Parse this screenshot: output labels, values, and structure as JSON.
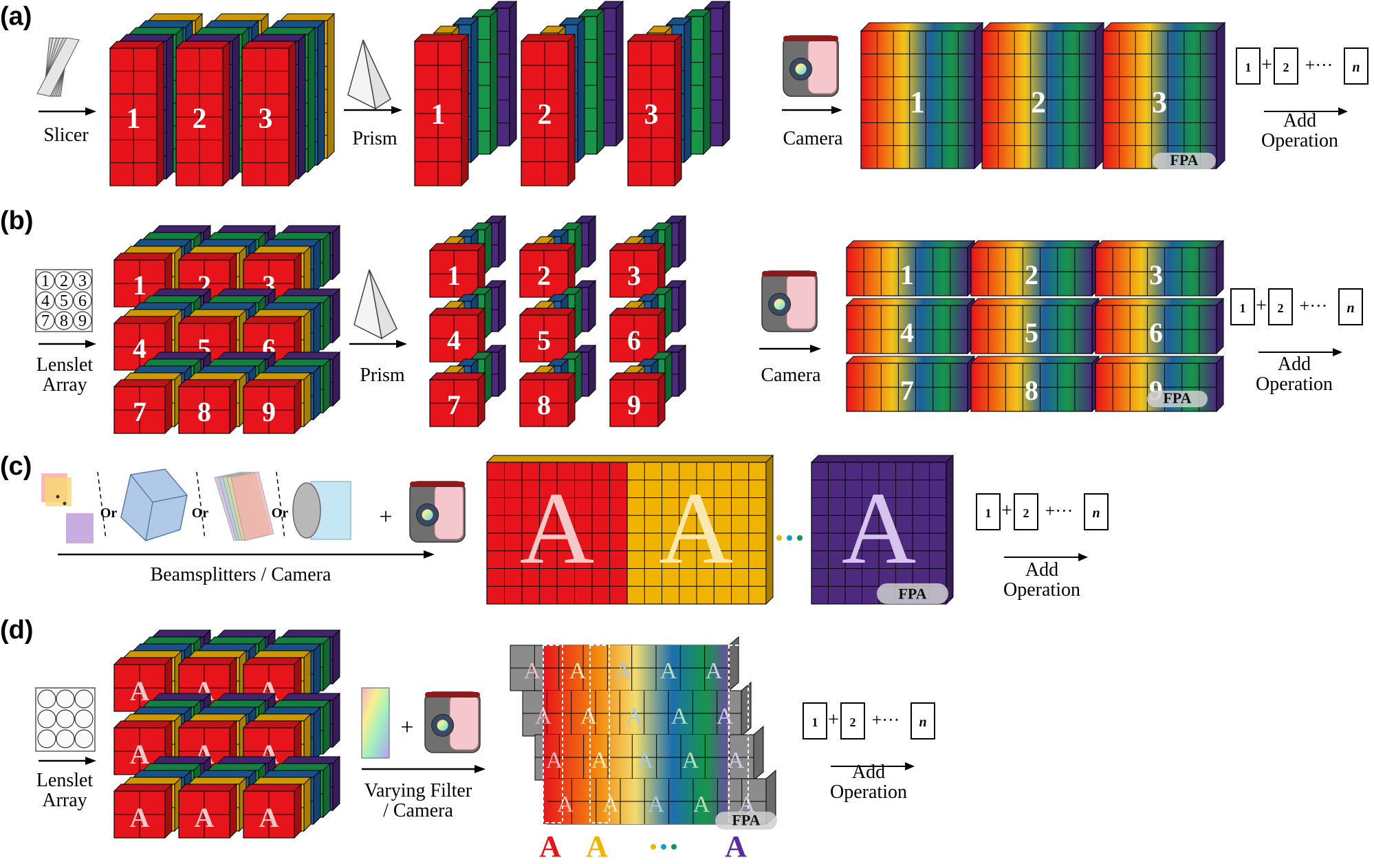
{
  "panels": {
    "a": {
      "label": "(a)",
      "slicer": "Slicer",
      "prism": "Prism",
      "camera": "Camera",
      "cube_numbers": [
        "1",
        "2",
        "3"
      ],
      "fpa": "FPA",
      "add_line1": "Add",
      "add_line2": "Operation"
    },
    "b": {
      "label": "(b)",
      "lenslet_line1": "Lenslet",
      "lenslet_line2": "Array",
      "lens_numbers": [
        "1",
        "2",
        "3",
        "4",
        "5",
        "6",
        "7",
        "8",
        "9"
      ],
      "prism": "Prism",
      "camera": "Camera",
      "cube_numbers": [
        "1",
        "2",
        "3",
        "4",
        "5",
        "6",
        "7",
        "8",
        "9"
      ],
      "fpa": "FPA",
      "add_line1": "Add",
      "add_line2": "Operation"
    },
    "c": {
      "label": "(c)",
      "or": "Or",
      "plus": "+",
      "beamsplitters": "Beamsplitters / Camera",
      "letter": "A",
      "fpa": "FPA",
      "add_line1": "Add",
      "add_line2": "Operation"
    },
    "d": {
      "label": "(d)",
      "lenslet_line1": "Lenslet",
      "lenslet_line2": "Array",
      "letter": "A",
      "plus": "+",
      "filter_line1": "Varying Filter",
      "filter_line2": "/ Camera",
      "fpa": "FPA",
      "add_line1": "Add",
      "add_line2": "Operation"
    }
  },
  "formula": {
    "first": "1",
    "plus": "+",
    "second": "2",
    "dots": "+···",
    "last": "n"
  },
  "colors": {
    "red": "#e8141c",
    "yellow": "#f0b400",
    "blue": "#1d5f9e",
    "green": "#17964a",
    "purple": "#4d2a7e",
    "gray": "#8c8c8c"
  },
  "icons": {
    "slicer": "image-slicer-icon",
    "prism": "prism-icon",
    "camera": "camera-icon",
    "lenslet": "lenslet-array-icon",
    "beamsplitters": "beamsplitter-icon",
    "filter": "varying-filter-icon"
  }
}
